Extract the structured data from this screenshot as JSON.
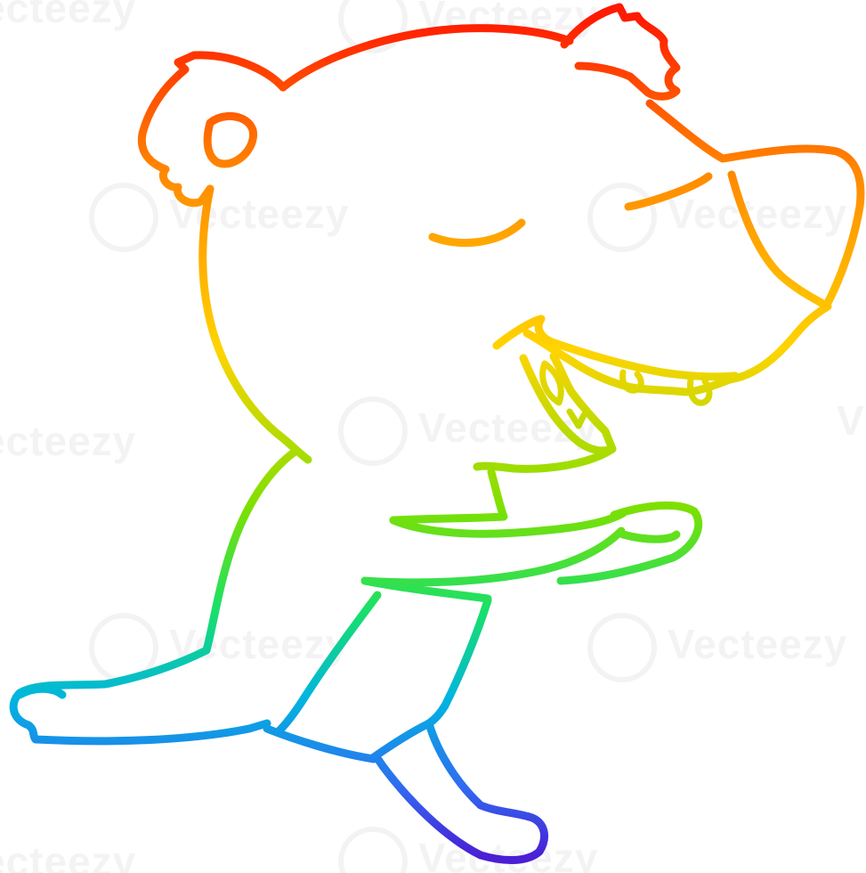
{
  "illustration": {
    "subject": "bear-running-laughing",
    "style": "rainbow-gradient-line-art",
    "gradient_colors": [
      "#ff1a00",
      "#ff8a00",
      "#ffd400",
      "#7ee000",
      "#18e06a",
      "#00b5e0",
      "#2f6cf0",
      "#4a1fd6"
    ]
  },
  "watermark": {
    "text": "Vecteezy",
    "partial_text_left": "ecteezy",
    "partial_text_right": "V"
  }
}
